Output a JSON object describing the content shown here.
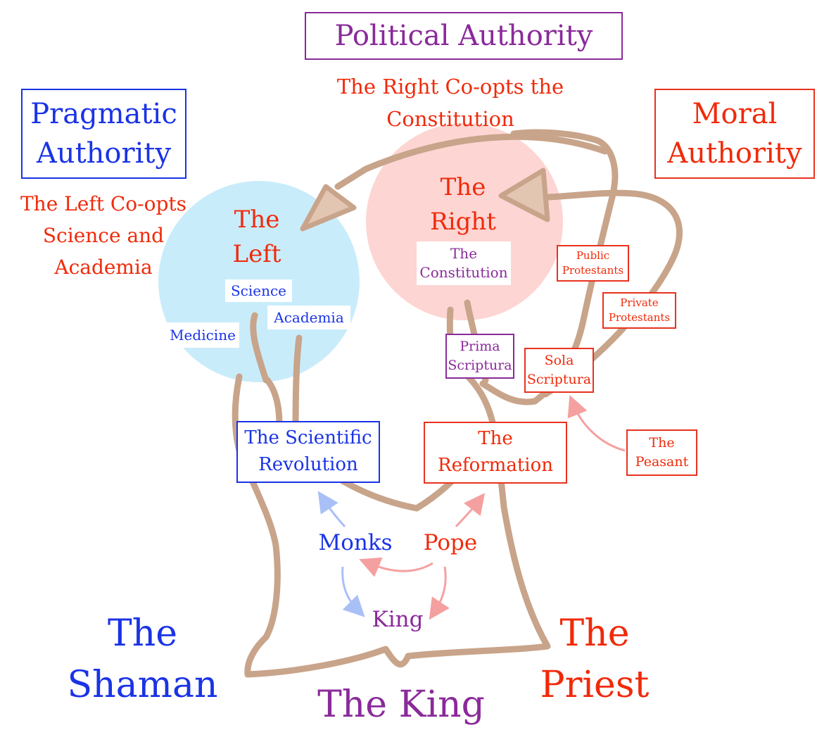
{
  "top": {
    "political_authority": "Political Authority",
    "pragmatic_authority": [
      "Pragmatic",
      "Authority"
    ],
    "moral_authority": [
      "Moral",
      "Authority"
    ]
  },
  "annotations": {
    "right_coopts": [
      "The Right Co-opts the",
      "Constitution"
    ],
    "left_coopts": [
      "The Left Co-opts",
      "Science and",
      "Academia"
    ]
  },
  "circles": {
    "left": [
      "The",
      "Left"
    ],
    "right": [
      "The",
      "Right"
    ]
  },
  "left_branches": {
    "science": "Science",
    "academia": "Academia",
    "medicine": "Medicine"
  },
  "right_branches": {
    "constitution": [
      "The",
      "Constitution"
    ],
    "prima_scriptura": [
      "Prima",
      "Scriptura"
    ],
    "sola_scriptura": [
      "Sola",
      "Scriptura"
    ],
    "public_protestants": [
      "Public",
      "Protestants"
    ],
    "private_protestants": [
      "Private",
      "Protestants"
    ],
    "peasant": [
      "The",
      "Peasant"
    ]
  },
  "events": {
    "scientific_revolution": [
      "The Scientific",
      "Revolution"
    ],
    "reformation": [
      "The",
      "Reformation"
    ]
  },
  "actors": {
    "monks": "Monks",
    "pope": "Pope",
    "king": "King"
  },
  "bottom": {
    "shaman": [
      "The",
      "Shaman"
    ],
    "king": "The King",
    "priest": [
      "The",
      "Priest"
    ]
  },
  "colors": {
    "blue": "#1a33e6",
    "red": "#f02a0a",
    "purple": "#8a2a9a",
    "tree": "#c8a48a",
    "left_circle": "#c9ecfb",
    "right_circle": "#fdd5d3"
  }
}
